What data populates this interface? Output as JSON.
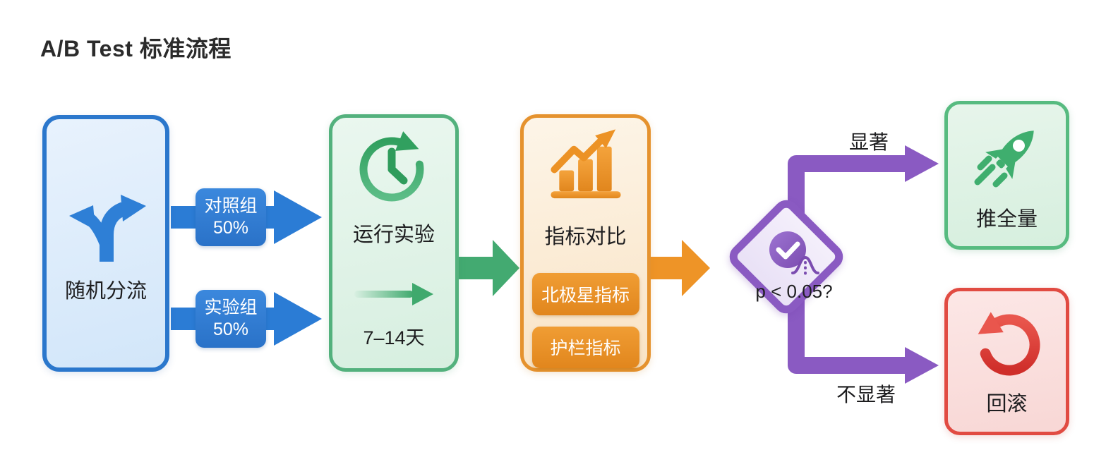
{
  "title": "A/B Test 标准流程",
  "palette": {
    "blue": "#2b7cd5",
    "green": "#43aa71",
    "orange": "#ee9427",
    "purple": "#8a5ac2",
    "red": "#dd4a42",
    "text_dark": "#1d1d1f"
  },
  "nodes": {
    "split": {
      "label": "随机分流"
    },
    "run": {
      "label": "运行实验",
      "duration": "7–14天"
    },
    "metrics": {
      "label": "指标对比",
      "buttons": [
        {
          "label": "北极星指标"
        },
        {
          "label": "护栏指标"
        }
      ]
    },
    "decision": {
      "label": "p < 0.05?"
    },
    "rollout": {
      "label": "推全量"
    },
    "rollback": {
      "label": "回滚"
    }
  },
  "edges": {
    "control": {
      "line1": "对照组",
      "line2": "50%"
    },
    "treatment": {
      "line1": "实验组",
      "line2": "50%"
    },
    "significant": {
      "label": "显著"
    },
    "not_significant": {
      "label": "不显著"
    }
  }
}
